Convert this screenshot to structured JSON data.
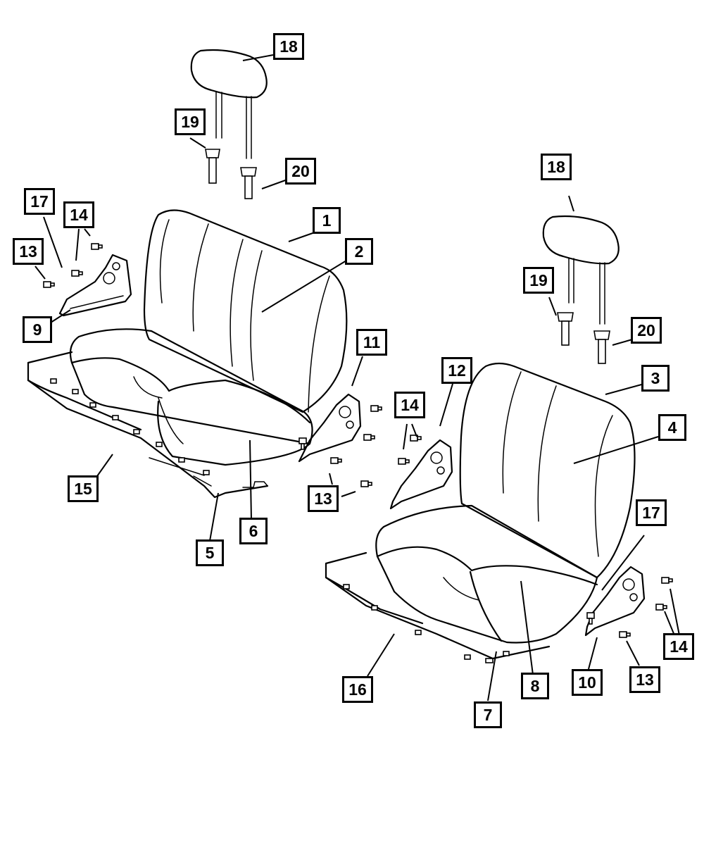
{
  "callouts": {
    "c1": "1",
    "c2": "2",
    "c3": "3",
    "c4": "4",
    "c5": "5",
    "c6": "6",
    "c7": "7",
    "c8": "8",
    "c9": "9",
    "c10": "10",
    "c11": "11",
    "c12": "12",
    "c13a": "13",
    "c13b": "13",
    "c13c": "13",
    "c14a": "14",
    "c14b": "14",
    "c14c": "14",
    "c15": "15",
    "c16": "16",
    "c17a": "17",
    "c17b": "17",
    "c18a": "18",
    "c18b": "18",
    "c19a": "19",
    "c19b": "19",
    "c20a": "20",
    "c20b": "20"
  }
}
